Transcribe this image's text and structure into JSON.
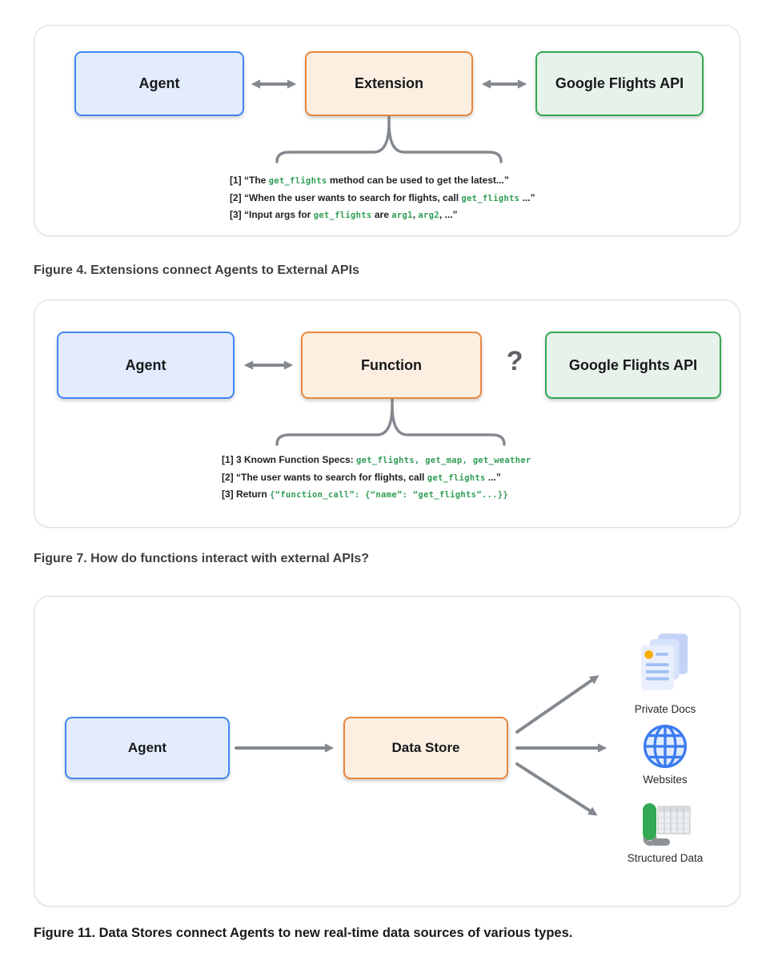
{
  "colors": {
    "blue_border": "#4285f4",
    "blue_fill": "#e2ecfd",
    "orange_border": "#e8873d",
    "orange_fill": "#fcefe2",
    "green_border": "#34a853",
    "green_fill": "#e7f3ea",
    "connector_gray": "#84898f",
    "code_green": "#2f9e54"
  },
  "fig4": {
    "caption": "Figure 4. Extensions connect Agents to External APIs",
    "nodes": {
      "agent": "Agent",
      "extension": "Extension",
      "api": "Google Flights API"
    },
    "annotations": [
      [
        {
          "text": "[1] “The "
        },
        {
          "code": "get_flights"
        },
        {
          "text": " method can be used to get the latest...”"
        }
      ],
      [
        {
          "text": "[2] “When the user wants to search for flights, call "
        },
        {
          "code": "get_flights"
        },
        {
          "text": " ...”"
        }
      ],
      [
        {
          "text": "[3] “Input args for "
        },
        {
          "code": "get_flights"
        },
        {
          "text": " are "
        },
        {
          "code": "arg1"
        },
        {
          "text": ", "
        },
        {
          "code": "arg2"
        },
        {
          "text": ", ...”"
        }
      ]
    ]
  },
  "fig7": {
    "caption": "Figure 7. How do functions interact with external APIs?",
    "nodes": {
      "agent": "Agent",
      "function": "Function",
      "api": "Google Flights API"
    },
    "question_mark": "?",
    "annotations": [
      [
        {
          "text": "[1] 3 Known Function Specs: "
        },
        {
          "code": "get_flights, get_map, get_weather"
        }
      ],
      [
        {
          "text": "[2] “The user wants to search for flights, call "
        },
        {
          "code": "get_flights"
        },
        {
          "text": " ...”"
        }
      ],
      [
        {
          "text": "[3] Return "
        },
        {
          "code": "{“function_call”: {“name”: “get_flights”...}}"
        }
      ]
    ]
  },
  "fig11": {
    "caption": "Figure 11. Data Stores connect Agents to new real-time data sources of various types.",
    "nodes": {
      "agent": "Agent",
      "datastore": "Data Store"
    },
    "targets": [
      {
        "label": "Private Docs",
        "icon": "private-docs-icon"
      },
      {
        "label": "Websites",
        "icon": "globe-icon"
      },
      {
        "label": "Structured Data",
        "icon": "structured-data-icon"
      }
    ]
  }
}
